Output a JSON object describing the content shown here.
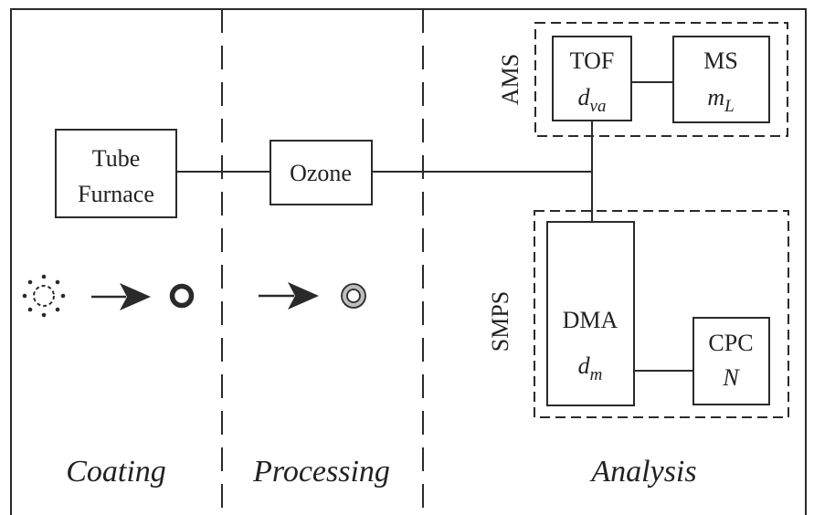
{
  "sections": {
    "coating": "Coating",
    "processing": "Processing",
    "analysis": "Analysis"
  },
  "instruments": {
    "tube_furnace": {
      "line1": "Tube",
      "line2": "Furnace"
    },
    "ozone": "Ozone",
    "tof": {
      "name": "TOF",
      "symbol": "d",
      "subscript": "va"
    },
    "ms": {
      "name": "MS",
      "symbol": "m",
      "subscript": "L"
    },
    "dma": {
      "name": "DMA",
      "symbol": "d",
      "subscript": "m"
    },
    "cpc": {
      "name": "CPC",
      "symbol": "N"
    }
  },
  "groups": {
    "ams": "AMS",
    "smps": "SMPS"
  },
  "icons": {
    "uncoated_particle": "dashed-dotted-circle-icon",
    "coated_particle": "ring-icon",
    "processed_particle": "grey-ring-icon",
    "arrow": "arrow-right-icon"
  },
  "colors": {
    "line": "#2a2a2a",
    "processed_particle_fill": "#bdbdbd"
  }
}
